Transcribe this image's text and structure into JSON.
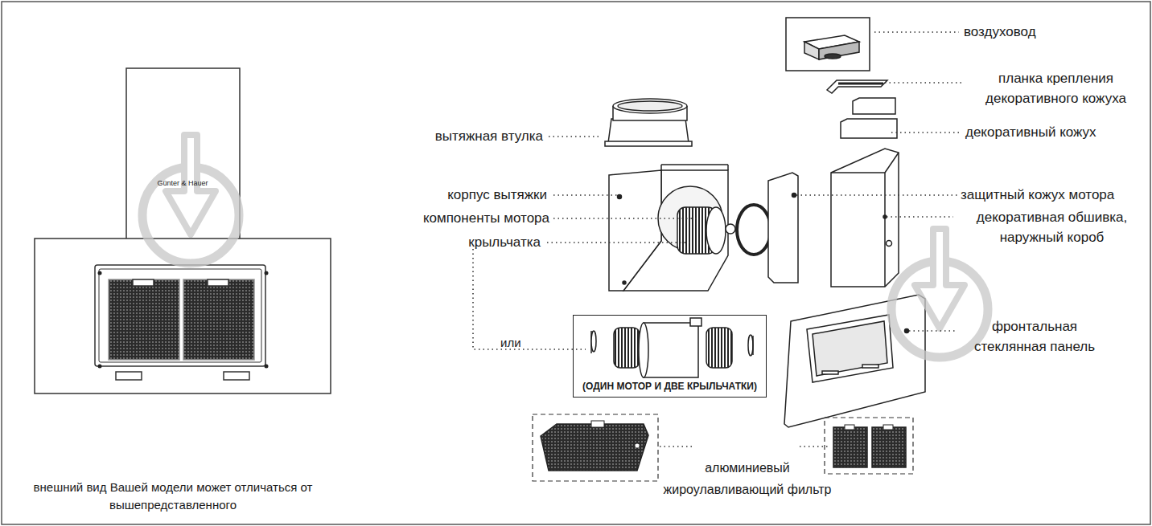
{
  "diagram": {
    "nodes": [
      {
        "text": [
          "(ОДИН МОТОР И ДВЕ КРЫЛЬЧАТКИ)"
        ]
      }
    ],
    "labels": [
      "Günter & Hauer",
      "внешний вид Вашей модели может отличаться от вышепредставленного",
      "воздуховод",
      "планка крепления декоративного кожуха",
      "вытяжная втулка",
      "декоративный кожух",
      "корпус вытяжки",
      "защитный кожух мотора",
      "компоненты мотора",
      "декоративная обшивка, наружный короб",
      "крыльчатка",
      "или",
      "фронтальная стеклянная панель",
      "алюминиевый жироулавливающий фильтр"
    ]
  }
}
